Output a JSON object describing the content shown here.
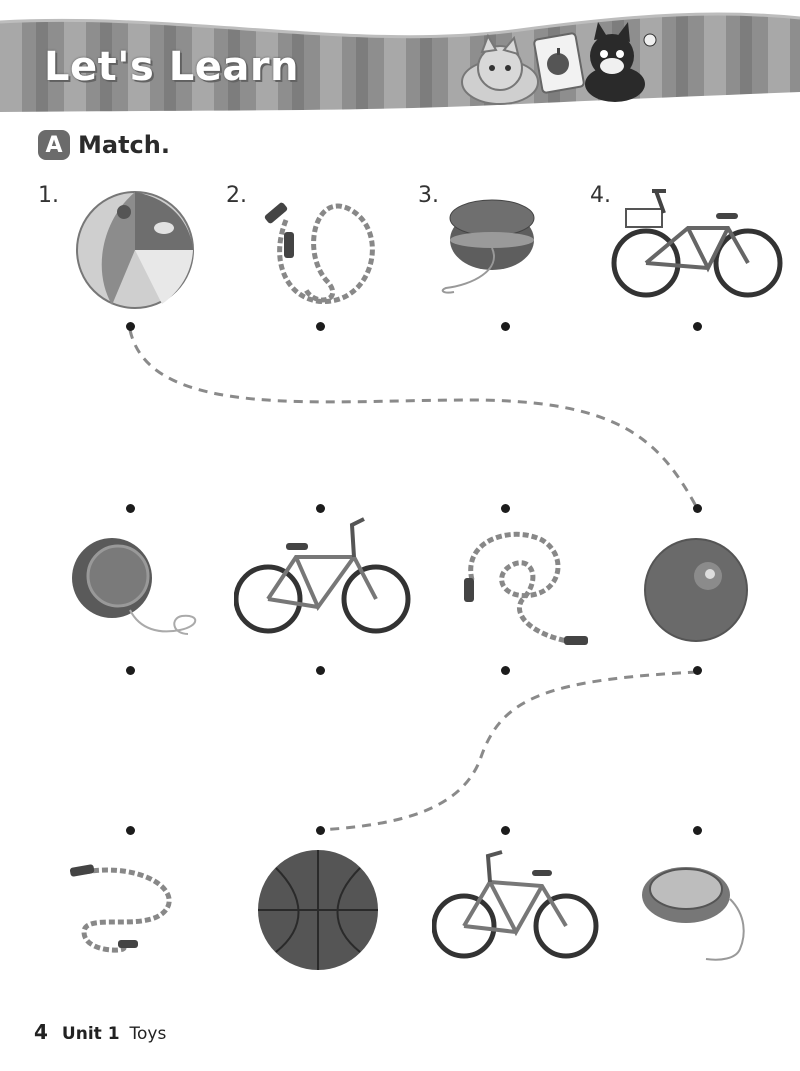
{
  "header": {
    "title": "Let's Learn"
  },
  "section": {
    "letter": "A",
    "title": "Match."
  },
  "numbers": [
    "1.",
    "2.",
    "3.",
    "4."
  ],
  "footer": {
    "page": "4",
    "unit": "Unit 1",
    "topic": "Toys"
  },
  "rows": [
    [
      "beach-ball",
      "jump-rope",
      "yo-yo",
      "bicycle-with-basket"
    ],
    [
      "yo-yo",
      "bicycle",
      "jump-rope",
      "ball"
    ],
    [
      "jump-rope",
      "basketball",
      "bicycle",
      "yo-yo"
    ]
  ],
  "matches_drawn": [
    {
      "from": "row1-item1",
      "to": "row2-item4"
    },
    {
      "from": "row2-item4",
      "to": "row3-item2"
    }
  ]
}
